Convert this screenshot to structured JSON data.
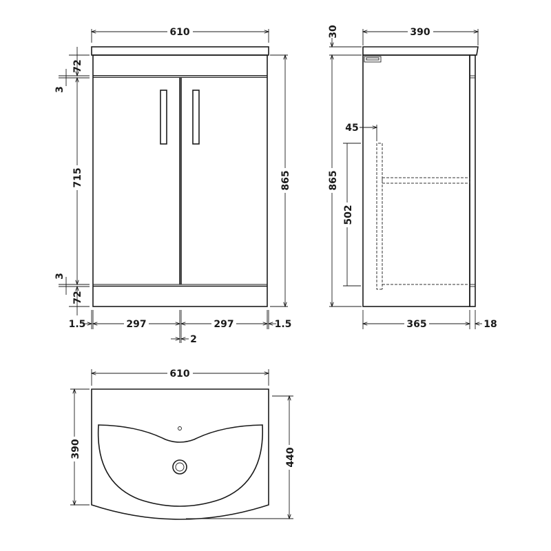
{
  "front_view": {
    "width": "610",
    "top_rail": "72",
    "rail_gap_top": "3",
    "door_height": "715",
    "rail_gap_bottom": "3",
    "plinth": "72",
    "total_height": "865",
    "side_left": "1.5",
    "door_left": "297",
    "door_right": "297",
    "side_right": "1.5",
    "door_gap": "2"
  },
  "side_view": {
    "depth": "390",
    "top_thickness": "30",
    "total_height": "865",
    "shelf_offset": "45",
    "shelf_height": "502",
    "carcass_depth": "365",
    "door_thickness": "18"
  },
  "plan_view": {
    "width": "610",
    "depth_side": "390",
    "depth_center": "440"
  }
}
